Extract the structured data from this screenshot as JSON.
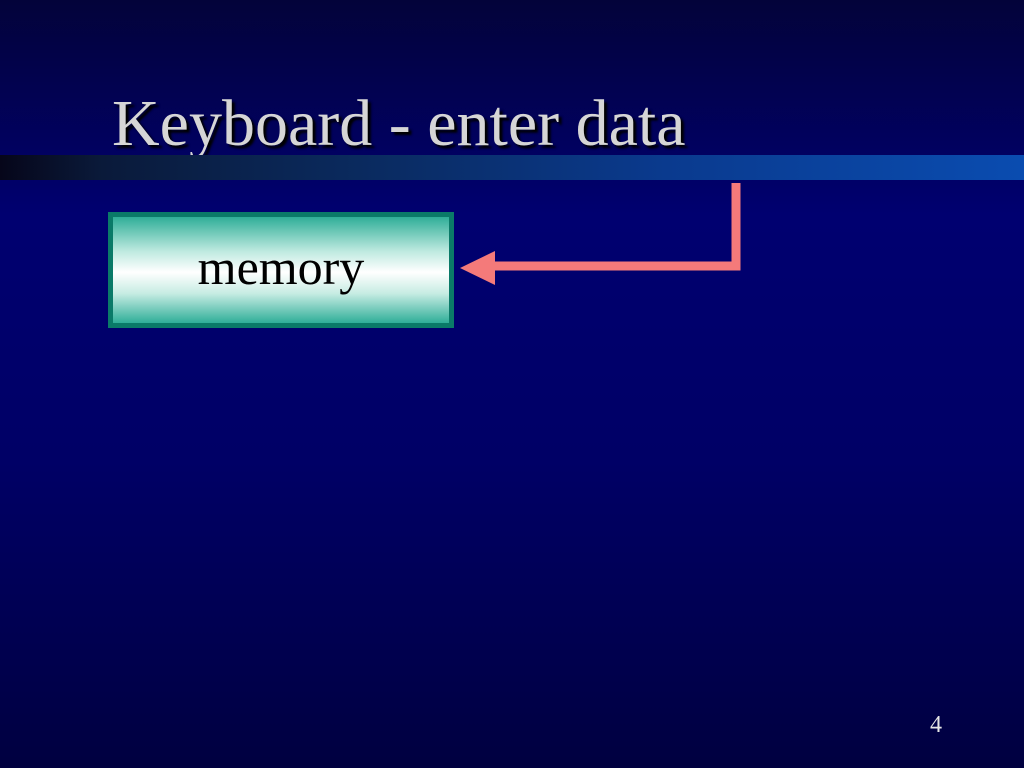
{
  "slide": {
    "title": "Keyboard - enter data",
    "page_number": "4"
  },
  "diagram": {
    "box": {
      "label": "memory",
      "border_color": "#0a7a68",
      "fill_color": "#2fae98"
    },
    "arrow": {
      "color": "#f47a7a",
      "direction": "left",
      "target": "memory"
    }
  },
  "colors": {
    "background": "#000070",
    "title_text": "#d6d6d6",
    "title_bar": "#0a4cb0"
  }
}
